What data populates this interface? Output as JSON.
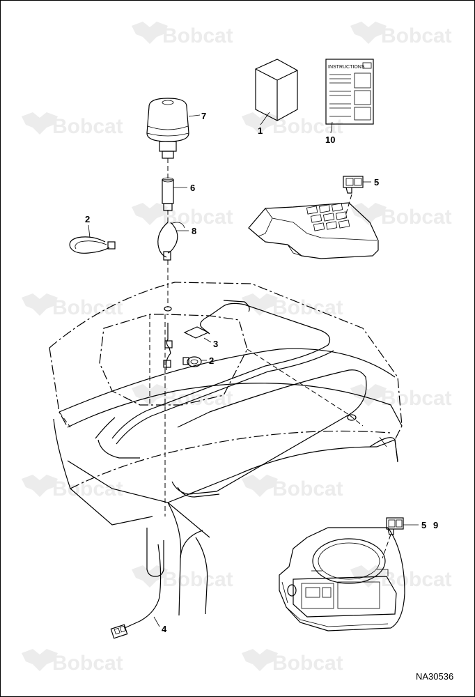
{
  "watermark": {
    "text": "Bobcat",
    "logo_icon": "bobcat-logo-icon"
  },
  "callouts": [
    {
      "id": "part-1",
      "label": "1"
    },
    {
      "id": "part-10",
      "label": "10"
    },
    {
      "id": "part-7",
      "label": "7"
    },
    {
      "id": "part-6",
      "label": "6"
    },
    {
      "id": "part-5-top",
      "label": "5"
    },
    {
      "id": "part-2-left",
      "label": "2"
    },
    {
      "id": "part-8",
      "label": "8"
    },
    {
      "id": "part-3",
      "label": "3"
    },
    {
      "id": "part-2-mid",
      "label": "2"
    },
    {
      "id": "part-5-bottom",
      "label": "5"
    },
    {
      "id": "part-9",
      "label": "9"
    },
    {
      "id": "part-4",
      "label": "4"
    }
  ],
  "instructions_label": "INSTRUCTIONS",
  "figure_ref": "NA30536"
}
